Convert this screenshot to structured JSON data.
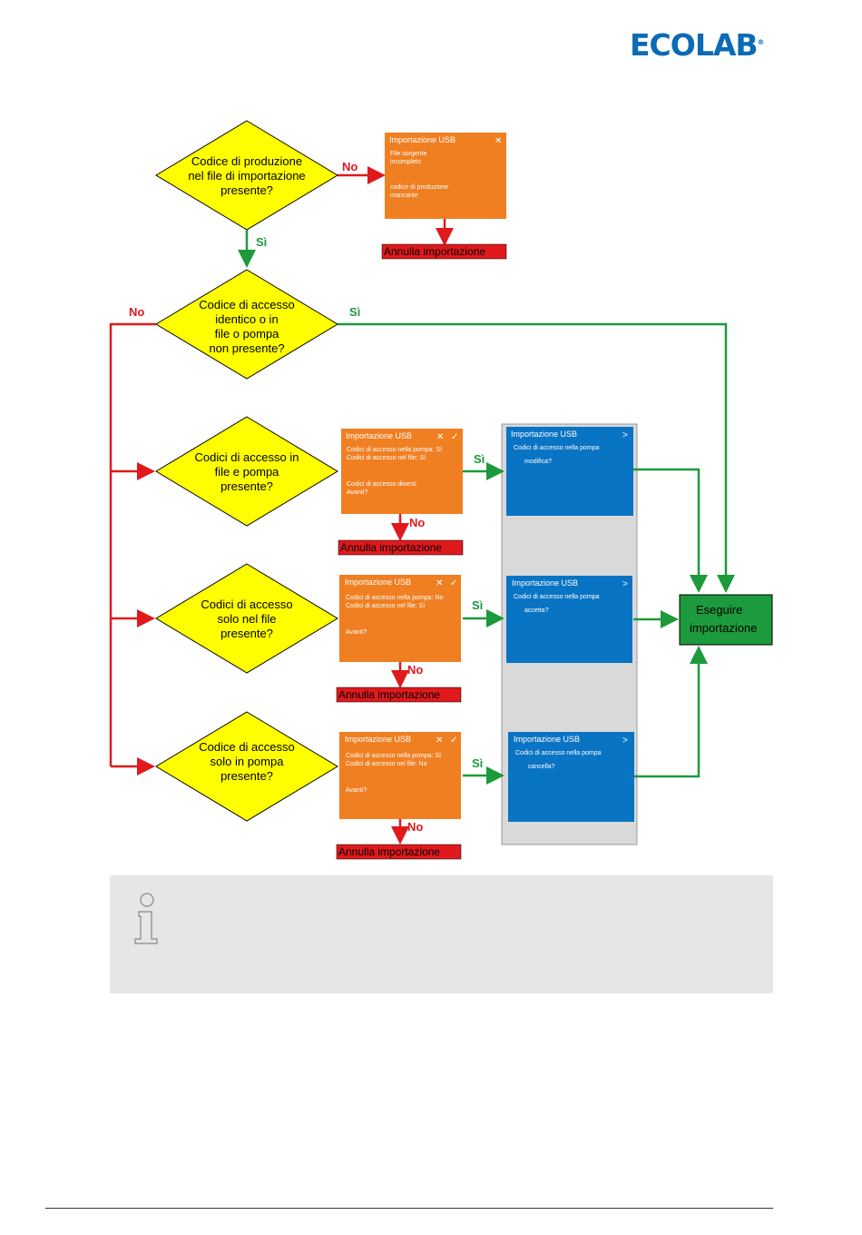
{
  "logo": "ECOLAB",
  "diamonds": {
    "d1": [
      "Codice di produzione",
      "nel file di importazione",
      "presente?"
    ],
    "d2": [
      "Codice di accesso",
      "identico o in",
      "file o pompa",
      "non presente?"
    ],
    "d3": [
      "Codici di accesso in",
      "file e pompa",
      "presente?"
    ],
    "d4": [
      "Codici di accesso",
      "solo nel file",
      "presente?"
    ],
    "d5": [
      "Codice di accesso",
      "solo in pompa",
      "presente?"
    ]
  },
  "labels": {
    "no": "No",
    "si": "Sì"
  },
  "annulla": "Annulla importazione",
  "eseguire": [
    "Eseguire",
    "importazione"
  ],
  "orange_boxes": {
    "o1": {
      "title": "Importazione USB",
      "lines": [
        "File sorgente",
        "incompleto",
        "",
        "",
        "codice di produzione",
        "mancante"
      ]
    },
    "o2": {
      "title": "Importazione USB",
      "lines": [
        "Codici di accesso nella pompa: Sì",
        "Codici di accesso nel file: Sì",
        "",
        "",
        "Codici di accesso diversi",
        "Avanti?"
      ]
    },
    "o3": {
      "title": "Importazione USB",
      "lines": [
        "Codici di accesso nella pompa: No",
        "Codici di accesso nel file: Sì",
        "",
        "",
        "Avanti?"
      ]
    },
    "o4": {
      "title": "Importazione USB",
      "lines": [
        "Codici di accesso nella pompa: Sì",
        "Codici di accesso nel file: No",
        "",
        "",
        "Avanti?"
      ]
    }
  },
  "blue_boxes": {
    "b1": {
      "title": "Importazione USB",
      "lines": [
        "Codici di accesso nella pompa",
        "modifica?"
      ]
    },
    "b2": {
      "title": "Importazione USB",
      "lines": [
        "Codici di accesso nella pompa",
        "accetta?"
      ]
    },
    "b3": {
      "title": "Importazione USB",
      "lines": [
        "Codici di accesso nella pompa",
        "cancella?"
      ]
    }
  },
  "colors": {
    "diamond": "#ffff00",
    "orange": "#f07f22",
    "blue": "#0a74c4",
    "green_box": "#1c9a3c",
    "red_line": "#e0191d",
    "green_line": "#1c9a3c",
    "annulla_bg": "#e0191d",
    "note_bg": "#e6e6e6"
  },
  "icons": [
    "info-icon",
    "close-icon",
    "check-icon",
    "next-icon"
  ]
}
